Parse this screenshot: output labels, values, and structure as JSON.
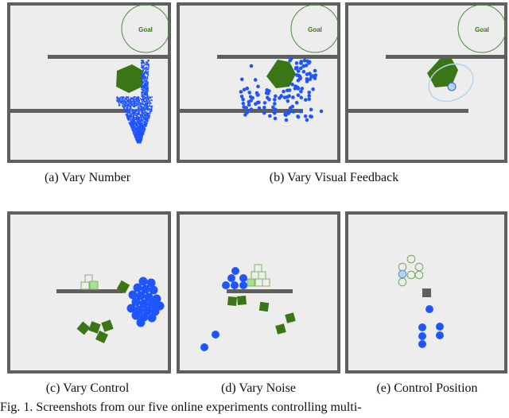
{
  "colors": {
    "wall": "#5f5f5f",
    "floor": "#ededed",
    "robot": "#1f55ff",
    "object": "#3a7615",
    "goal": "#4c8f3a",
    "light_object": "#a9df95",
    "light_blue": "#b7d6ea"
  },
  "panels": [
    {
      "id": "a",
      "caption": "(a) Vary Number",
      "goal_label": "Goal"
    },
    {
      "id": "b",
      "caption": "(b) Vary Visual Feedback",
      "goal_label": "Goal"
    },
    {
      "id": "c",
      "caption": "(b) Vary Visual Feedback",
      "goal_label": "Goal"
    },
    {
      "id": "d",
      "caption": "(c) Vary Control"
    },
    {
      "id": "e",
      "caption": "(d) Vary Noise"
    },
    {
      "id": "f",
      "caption": "(e) Control Position"
    }
  ],
  "captions": {
    "a": "(a) Vary Number",
    "b": "(b) Vary Visual Feedback",
    "c": "(c) Vary Control",
    "d": "(d) Vary Noise",
    "e": "(e) Control Position"
  },
  "goal_label": "Goal",
  "figure_caption": "Fig. 1.    Screenshots from our five online experiments controlling multi-"
}
